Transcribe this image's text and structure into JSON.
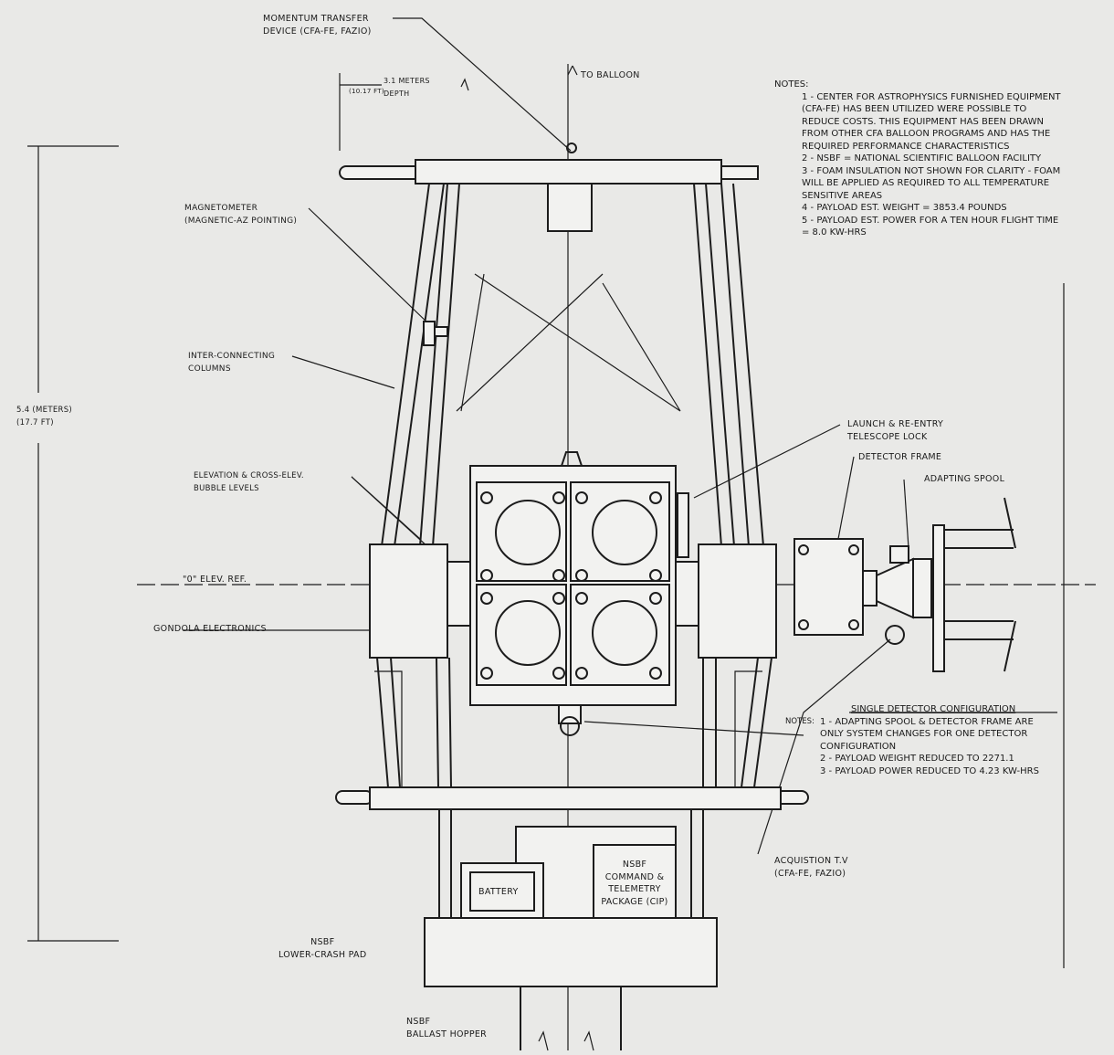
{
  "labels": {
    "momentum_transfer": "Momentum transfer\ndevice (CFA-FE, Fazio)",
    "to_balloon": "To balloon",
    "depth": "3.1 meters depth",
    "depth_ft": "(10.17 ft)",
    "magnetometer": "Magnetometer\n(magnetic-AZ pointing)",
    "columns": "Inter-connecting\ncolumns",
    "height": "5.4 (meters)\n(17.7 ft)",
    "bubble_levels": "Elevation & cross-elev.\nbubble levels",
    "zero_elev": "\"0\" elev. ref.",
    "gondola_electronics": "Gondola electronics",
    "launch_lock": "Launch & re-entry\ntelescope lock",
    "detector_frame": "Detector frame",
    "adapting_spool": "Adapting spool",
    "battery": "Battery",
    "nsbf_package": "NSBF\ncommand &\ntelemetry\npackage (CIP)",
    "crash_pad": "NSBF\nlower-crash pad",
    "ballast_hopper": "NSBF\nballast hopper",
    "acquisition_tv": "Acquistion T.V\n(CFA-FE, Fazio)"
  },
  "notes": {
    "title": "Notes:",
    "items": [
      "1 - Center for Astrophysics furnished equipment (CFA-FE) has been utilized were possible to reduce costs. This equipment has been drawn from other CFA balloon programs and has the required performance characteristics",
      "2 - NSBF = National Scientific Balloon Facility",
      "3 - Foam insulation not shown for clarity - foam will be applied as required to all temperature sensitive areas",
      "4 - Payload est. weight = 3853.4 pounds",
      "5 - Payload est. power for a ten hour flight time = 8.0 KW-hrs"
    ]
  },
  "single_detector": {
    "title": "Single Detector Configuration",
    "prefix": "Notes:",
    "items": [
      "1 - Adapting spool & detector frame are only system changes for one detector configuration",
      "2 - Payload weight reduced to 2271.1",
      "3 - Payload power reduced to 4.23 KW-hrs"
    ]
  }
}
